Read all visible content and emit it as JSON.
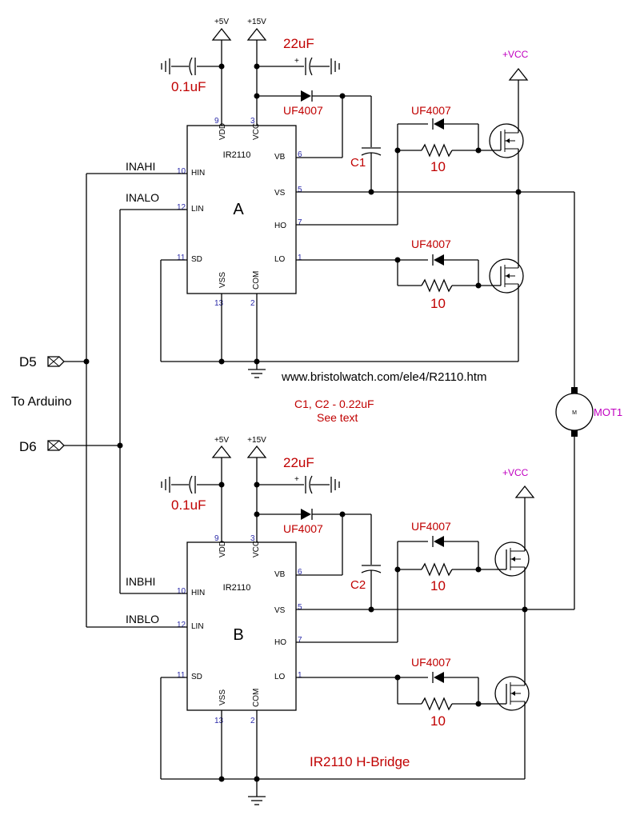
{
  "power": {
    "v5": "+5V",
    "v15": "+15V",
    "vcc": "+VCC"
  },
  "parts": {
    "cap_bulk": "22uF",
    "cap_small": "0.1uF",
    "diode": "UF4007",
    "resistor": "10",
    "chip": "IR2110",
    "motor": "MOT1",
    "motor_m": "M"
  },
  "bridge_a": {
    "letter": "A",
    "boot_cap": "C1",
    "net_hi": "INAHI",
    "net_lo": "INALO"
  },
  "bridge_b": {
    "letter": "B",
    "boot_cap": "C2",
    "net_hi": "INBHI",
    "net_lo": "INBLO"
  },
  "pins": {
    "vdd": "VDD",
    "vcc": "VCC",
    "vb": "VB",
    "hin": "HIN",
    "vs": "VS",
    "lin": "LIN",
    "ho": "HO",
    "sd": "SD",
    "lo": "LO",
    "vss": "VSS",
    "com": "COM",
    "n9": "9",
    "n3": "3",
    "n6": "6",
    "n10": "10",
    "n5": "5",
    "n12": "12",
    "n7": "7",
    "n11": "11",
    "n1": "1",
    "n13": "13",
    "n2": "2"
  },
  "inputs": {
    "d5": "D5",
    "d6": "D6",
    "to_arduino": "To Arduino"
  },
  "notes": {
    "url": "www.bristolwatch.com/ele4/R2110.htm",
    "caps": "C1, C2 - 0.22uF",
    "see": "See text",
    "title": "IR2110 H-Bridge"
  }
}
